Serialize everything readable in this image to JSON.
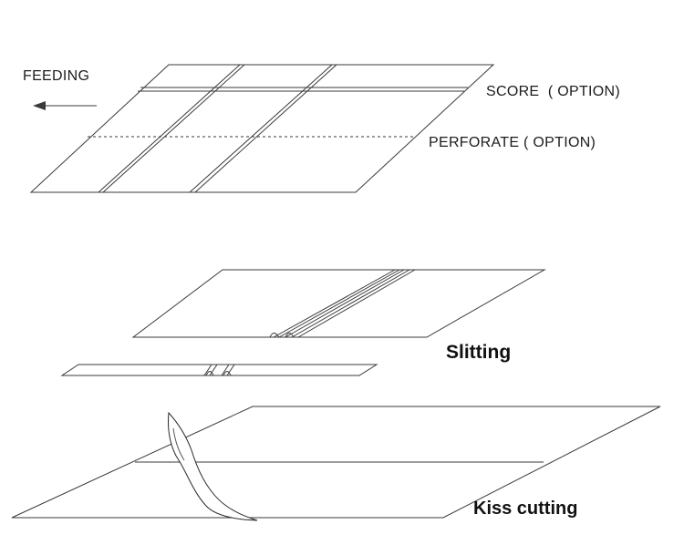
{
  "labels": {
    "feeding": "FEEDING",
    "score": "SCORE  ( OPTION)",
    "perforate": "PERFORATE ( OPTION)",
    "slitting": "Slitting",
    "kiss_cutting": "Kiss cutting"
  },
  "colors": {
    "background": "#ffffff",
    "line": "#3a3a3a"
  },
  "icons": {
    "feeding_arrow": "left-arrow-icon"
  }
}
